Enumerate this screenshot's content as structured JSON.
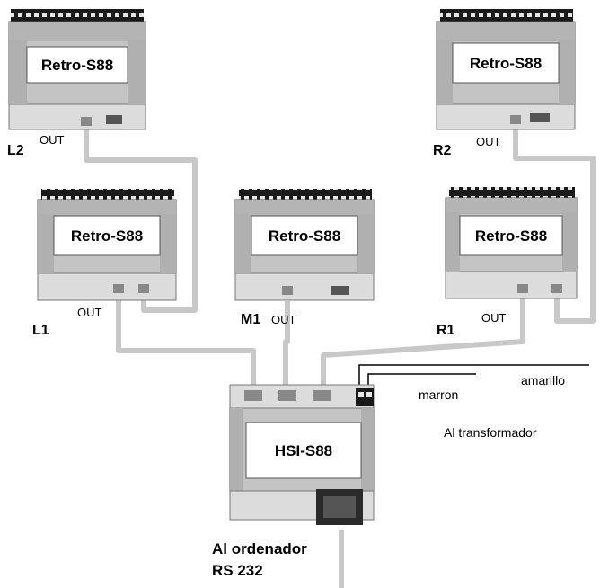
{
  "modules": {
    "L2": {
      "id": "L2",
      "label": "Retro-S88",
      "port": "OUT"
    },
    "L1": {
      "id": "L1",
      "label": "Retro-S88",
      "port": "OUT"
    },
    "M1": {
      "id": "M1",
      "label": "Retro-S88",
      "port": "OUT"
    },
    "R2": {
      "id": "R2",
      "label": "Retro-S88",
      "port": "OUT"
    },
    "R1": {
      "id": "R1",
      "label": "Retro-S88",
      "port": "OUT"
    }
  },
  "hub": {
    "label": "HSI-S88"
  },
  "power": {
    "wire_yellow": "amarillo",
    "wire_brown": "marron",
    "destination": "Al transformador"
  },
  "computer": {
    "line1": "Al ordenador",
    "line2": "RS 232"
  },
  "colors": {
    "cable": "#c8c8c8",
    "module_body": "#c4c4c4",
    "module_frame": "#9a9a9a",
    "terminal_block": "#1a1a1a",
    "label_box": "#ffffff"
  }
}
